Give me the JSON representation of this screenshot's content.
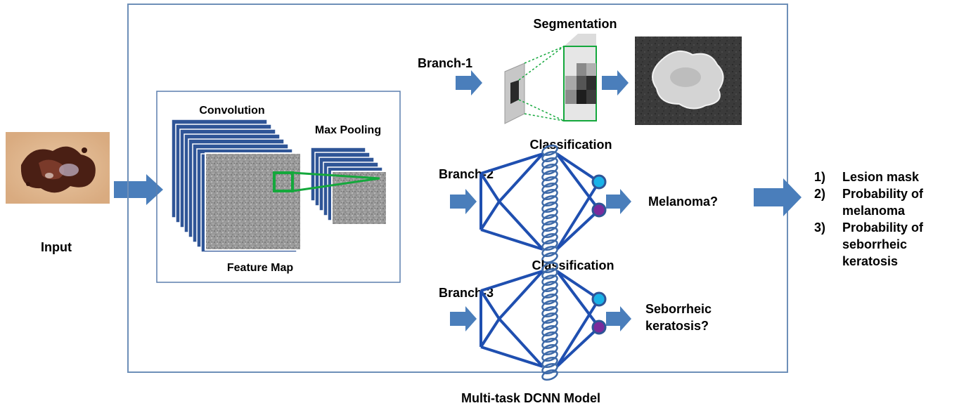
{
  "input": {
    "label": "Input"
  },
  "model": {
    "caption": "Multi-task DCNN Model"
  },
  "feature_extractor": {
    "convolution_label": "Convolution",
    "pooling_label": "Max Pooling",
    "feature_map_label": "Feature Map"
  },
  "branches": [
    {
      "name": "Branch-1",
      "task": "Segmentation"
    },
    {
      "name": "Branch-2",
      "task": "Classification",
      "question": "Melanoma?"
    },
    {
      "name": "Branch-3",
      "task": "Classification",
      "question_lines": [
        "Seborrheic",
        "keratosis?"
      ]
    }
  ],
  "outputs": [
    {
      "number": "1)",
      "lines": [
        "Lesion mask"
      ]
    },
    {
      "number": "2)",
      "lines": [
        "Probability of",
        "melanoma"
      ]
    },
    {
      "number": "3)",
      "lines": [
        "Probability of",
        "seborrheic",
        "keratosis"
      ]
    }
  ],
  "colors": {
    "arrow": "#4a7ebb",
    "frame": "#6d8fb8",
    "network": "#1f4fb0",
    "stack": "#2f5597",
    "window": "#14a83c",
    "node_cyan": "#19b2e8",
    "node_purple": "#7a2a9c"
  }
}
